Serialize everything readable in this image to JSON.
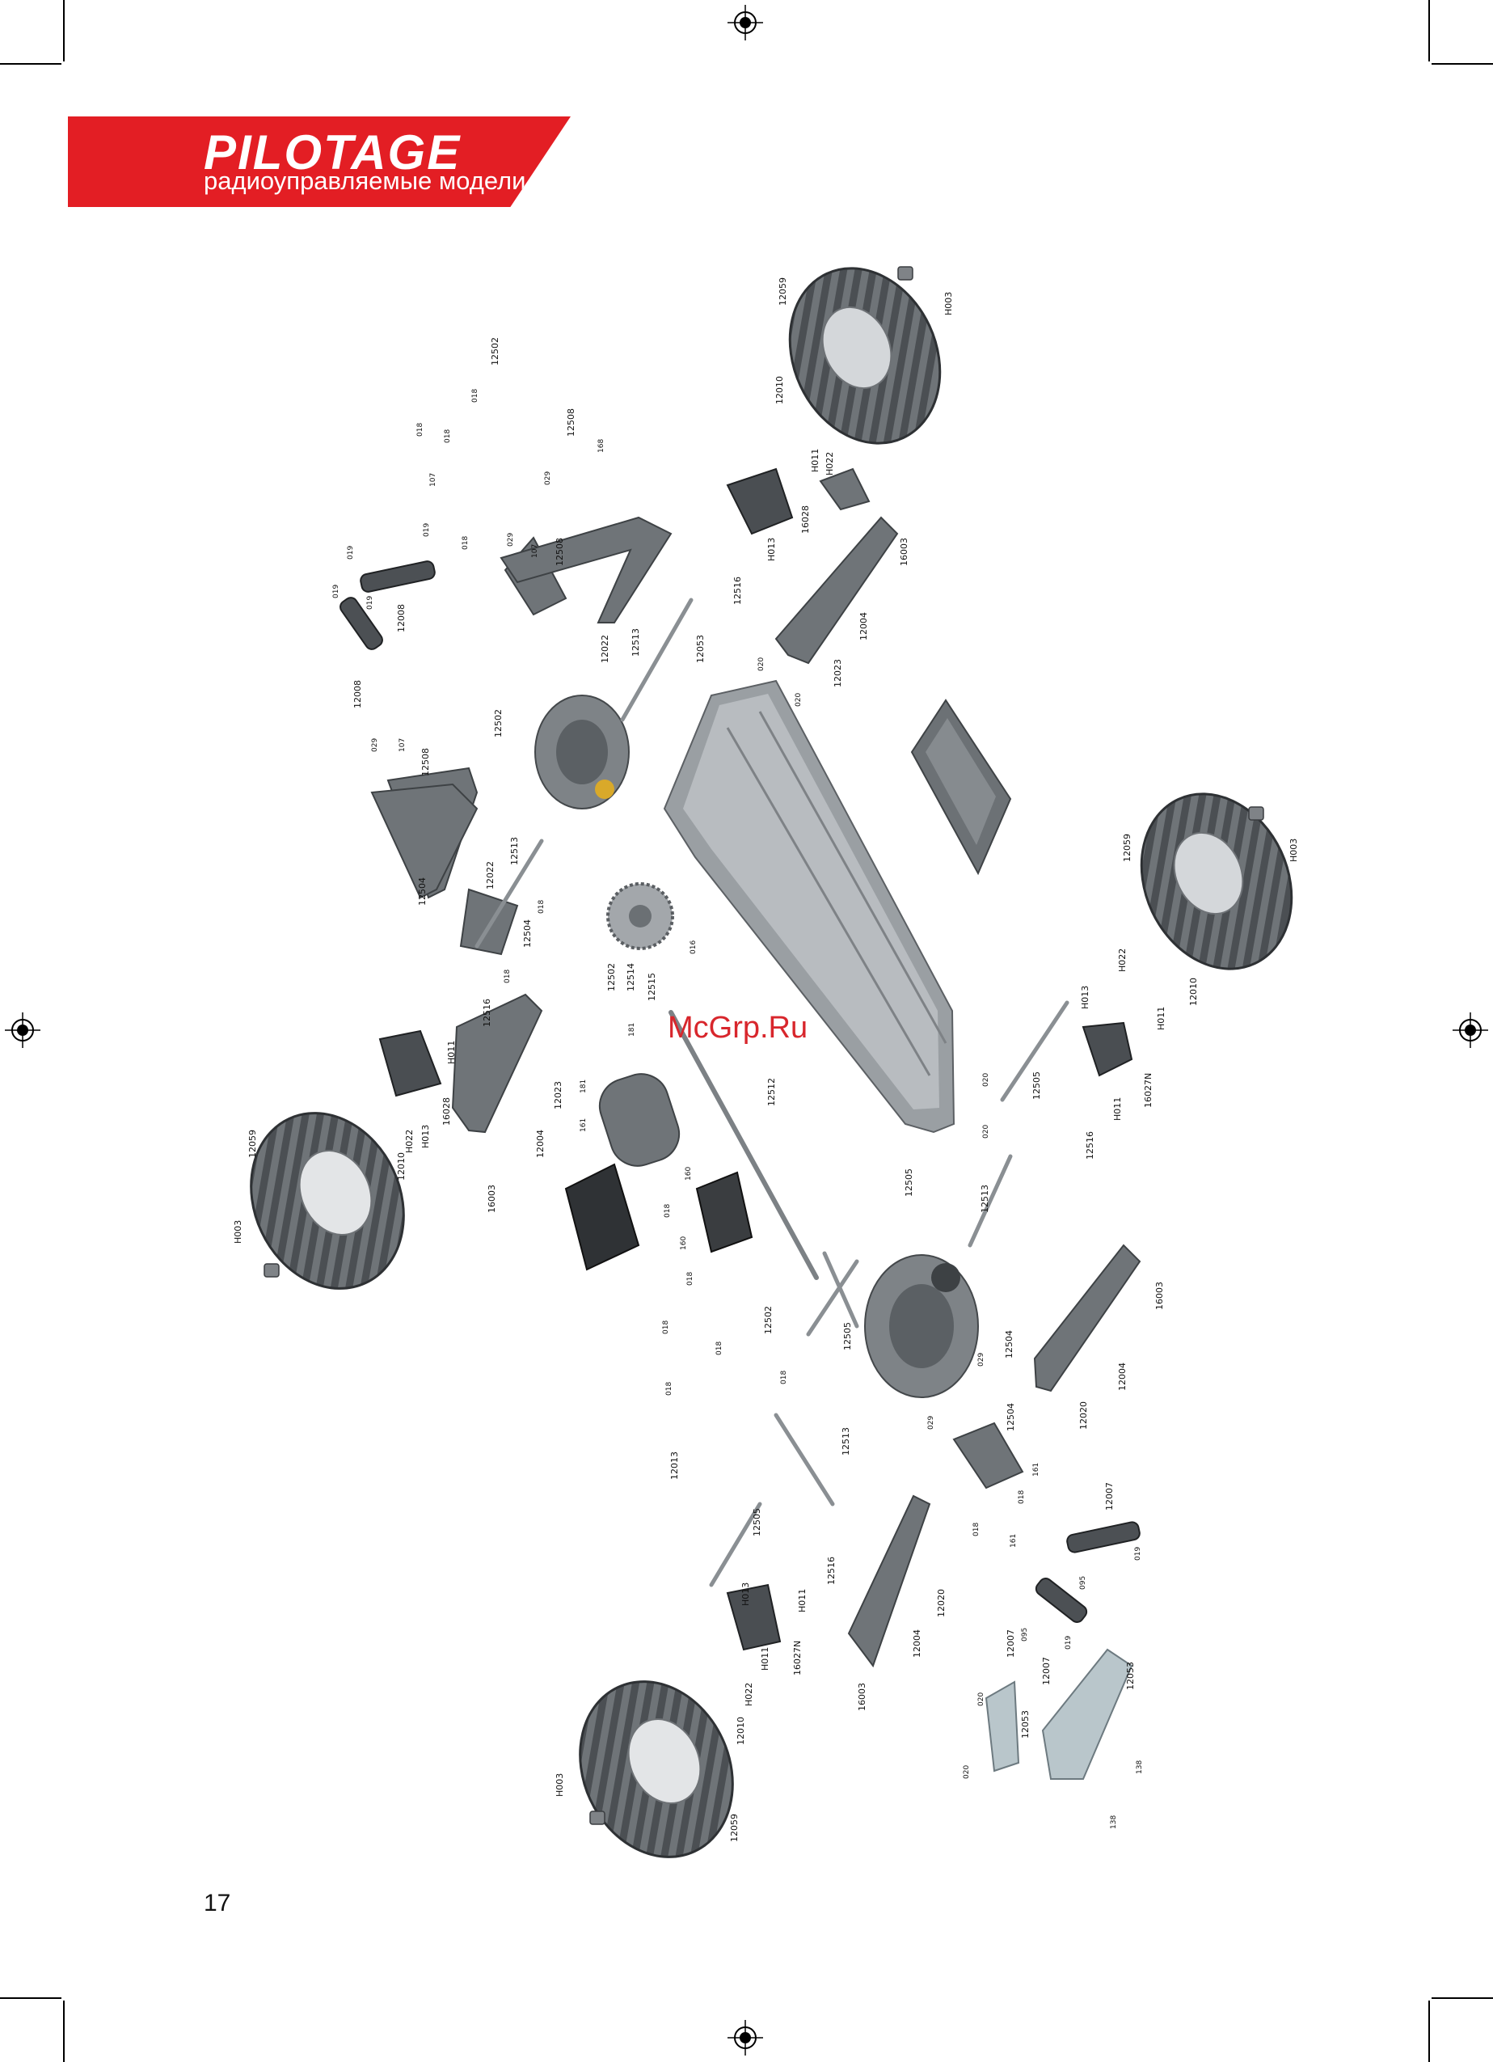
{
  "brand": {
    "name": "PILOTAGE",
    "tagline": "радиоуправляемые модели",
    "color": "#e31e24"
  },
  "watermark": "McGrp.Ru",
  "page_number": "17",
  "labels": [
    "12059",
    "H003",
    "12010",
    "H011",
    "H022",
    "16028",
    "H013",
    "16003",
    "12004",
    "12023",
    "12516",
    "12053",
    "12513",
    "12022",
    "12508",
    "12502",
    "12008",
    "12504",
    "12514",
    "12515",
    "12512",
    "12505",
    "16027N",
    "12020",
    "12007",
    "12013",
    "12004",
    "12010",
    "12059",
    "H003",
    "12053",
    "018",
    "019",
    "107",
    "029",
    "168",
    "020",
    "181",
    "161",
    "160",
    "016",
    "095",
    "138"
  ]
}
